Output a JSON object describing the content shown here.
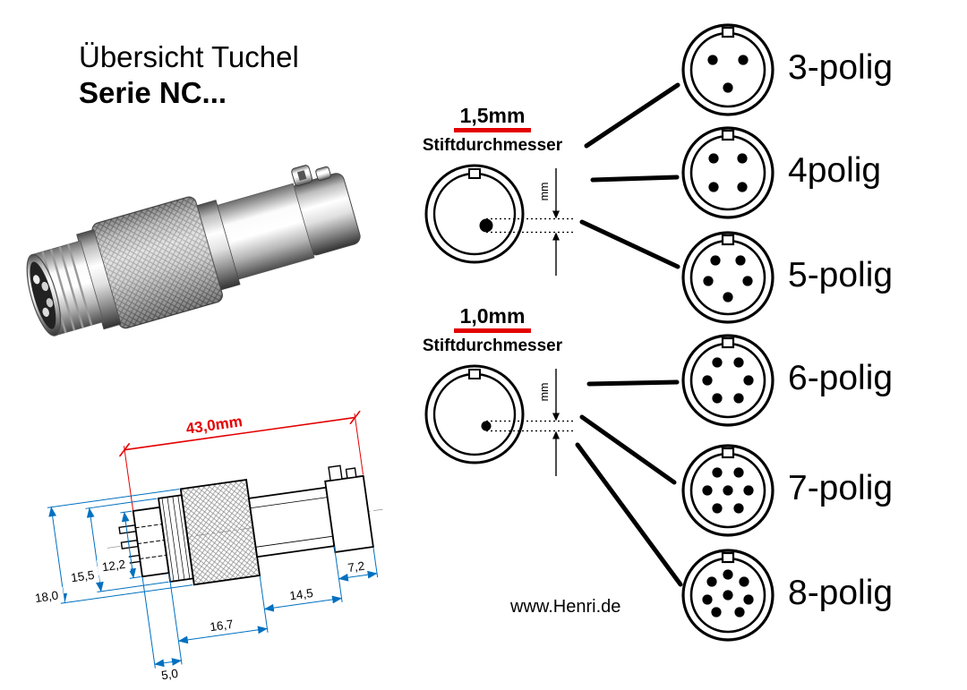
{
  "title": {
    "line1": "Übersicht Tuchel",
    "line2": "Serie NC..."
  },
  "pin_sections": [
    {
      "size": "1,5mm",
      "label": "Stiftdurchmesser",
      "unit": "mm"
    },
    {
      "size": "1,0mm",
      "label": "Stiftdurchmesser",
      "unit": "mm"
    }
  ],
  "variants": [
    {
      "label": "3-polig",
      "pins": 3
    },
    {
      "label": "4polig",
      "pins": 4
    },
    {
      "label": "5-polig",
      "pins": 5
    },
    {
      "label": "6-polig",
      "pins": 6
    },
    {
      "label": "7-polig",
      "pins": 7
    },
    {
      "label": "8-polig",
      "pins": 8
    }
  ],
  "drawing": {
    "overall_length": "43,0mm",
    "diameters": {
      "outer": "18,0",
      "thread": "15,5",
      "front": "12,2"
    },
    "lengths": {
      "front": "5,0",
      "body": "16,7",
      "rear": "14,5",
      "clamp": "7,2"
    }
  },
  "website": "www.Henri.de",
  "colors": {
    "dimension_red": "#e30000",
    "dimension_blue": "#0070c0",
    "line_black": "#000000"
  }
}
